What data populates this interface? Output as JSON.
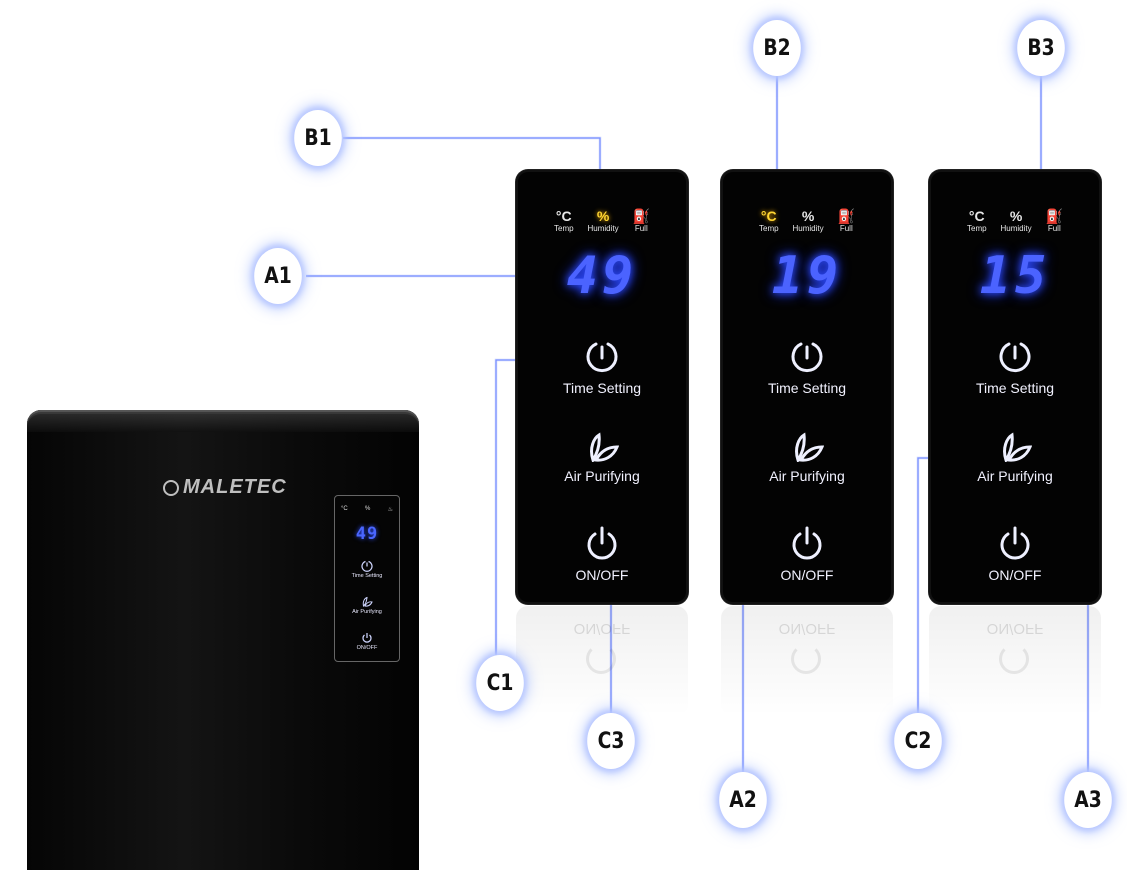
{
  "device": {
    "brand": "MALETEC",
    "mini_indicators": [
      "°C",
      "%",
      "♨"
    ],
    "mini_display": "49",
    "mini_buttons": [
      "Time Setting",
      "Air Purifying",
      "ON/OFF"
    ]
  },
  "indicator_labels": [
    "Temp",
    "Humidity",
    "Full"
  ],
  "indicator_symbols": [
    "°C",
    "%",
    "⛽"
  ],
  "panels": [
    {
      "display": "49",
      "lit_indicator": "Humidity"
    },
    {
      "display": "19",
      "lit_indicator": "Temp"
    },
    {
      "display": "15",
      "lit_indicator": ""
    }
  ],
  "buttons": {
    "time": "Time Setting",
    "purify": "Air Purifying",
    "power": "ON/OFF"
  },
  "reflection_label": "ON/OFF",
  "callouts": {
    "a1": "A1",
    "a2": "A2",
    "a3": "A3",
    "b1": "B1",
    "b2": "B2",
    "b3": "B3",
    "c1": "C1",
    "c2": "C2",
    "c3": "C3"
  },
  "colors": {
    "display_blue": "#4b63ff",
    "indicator_lit": "#ffd633",
    "glow": "#b9c8ff"
  },
  "icons": {
    "time": "timer-icon",
    "purify": "leaf-icon",
    "power": "power-icon",
    "full": "water-tank-icon"
  }
}
